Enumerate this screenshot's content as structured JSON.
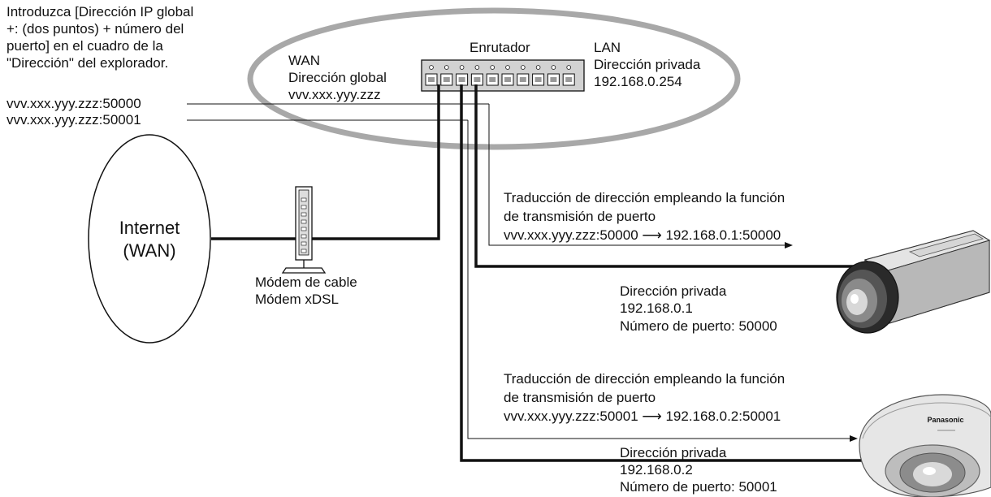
{
  "instruction": {
    "lines": [
      "Introduzca [Dirección IP global",
      "+: (dos puntos) + número del",
      "puerto] en el cuadro de la",
      "\"Dirección\" del explorador."
    ]
  },
  "addresses": {
    "port1": "vvv.xxx.yyy.zzz:50000",
    "port2": "vvv.xxx.yyy.zzz:50001"
  },
  "wan": {
    "label": "WAN",
    "address_title": "Dirección global",
    "address": "vvv.xxx.yyy.zzz"
  },
  "router": {
    "label": "Enrutador",
    "port_count": 10
  },
  "lan": {
    "label": "LAN",
    "address_title": "Dirección privada",
    "address": "192.168.0.254"
  },
  "internet": {
    "line1": "Internet",
    "line2": "(WAN)"
  },
  "modem": {
    "line1": "Módem de cable",
    "line2": "Módem xDSL"
  },
  "translation1": {
    "line1": "Traducción de dirección empleando la función",
    "line2": "de transmisión de puerto",
    "line3": "vvv.xxx.yyy.zzz:50000 ⟶ 192.168.0.1:50000"
  },
  "camera1": {
    "title": "Dirección privada",
    "ip": "192.168.0.1",
    "port": "Número de puerto: 50000"
  },
  "translation2": {
    "line1": "Traducción de dirección empleando la función",
    "line2": "de transmisión de puerto",
    "line3": "vvv.xxx.yyy.zzz:50001 ⟶ 192.168.0.2:50001"
  },
  "camera2": {
    "title": "Dirección privada",
    "ip": "192.168.0.2",
    "port": "Número de puerto: 50001",
    "brand": "Panasonic"
  },
  "colors": {
    "ellipse": "#a8a8a8",
    "router_body": "#d2d2d2",
    "camera_body": "#c9c9c9",
    "line": "#111111"
  }
}
